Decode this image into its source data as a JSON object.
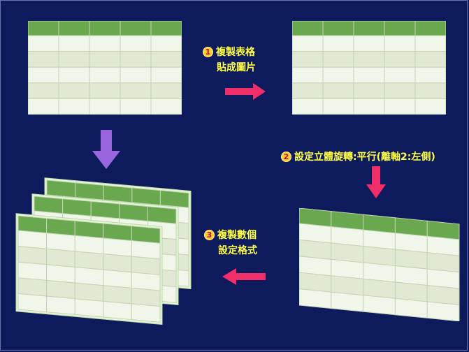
{
  "steps": [
    {
      "number": "1",
      "lines": [
        "複製表格",
        "貼成圖片"
      ]
    },
    {
      "number": "2",
      "lines": [
        "設定立體旋轉:平行(離軸2:左側)"
      ]
    },
    {
      "number": "3",
      "lines": [
        "複製數個",
        "設定格式"
      ]
    }
  ],
  "table_style": {
    "header_color": "#6aa84f",
    "row_light": "#f1f6ea",
    "row_dark": "#dfe9d4",
    "grid_color": "#c3d4b4",
    "columns": 5,
    "body_rows": 5
  },
  "colors": {
    "background": "#0d1a5c",
    "pink_arrow": "#ee2d69",
    "purple_arrow": "#9966dd",
    "step_text": "#ffff44"
  },
  "icons": {
    "arrow_right": "arrow-right-icon",
    "arrow_down": "arrow-down-icon",
    "arrow_left": "arrow-left-icon"
  }
}
